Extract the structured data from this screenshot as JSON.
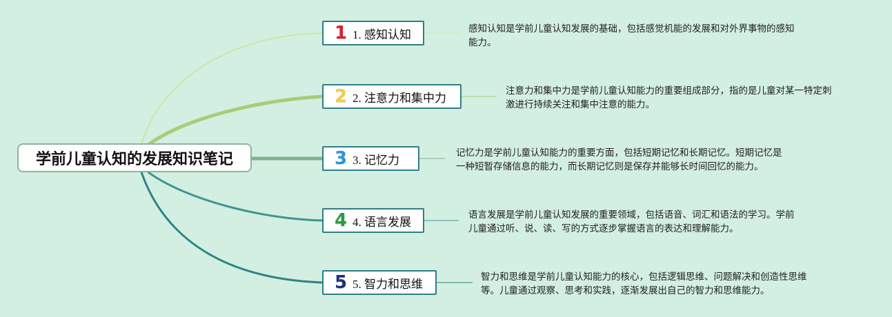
{
  "root": {
    "title": "学前儿童认知的发展知识笔记"
  },
  "branches": [
    {
      "number": "1",
      "number_color": "#d92030",
      "line_color": "#c9e8a2",
      "label": "1. 感知认知",
      "desc_lines": [
        "感知认知是学前儿童认知发展的基础，包括感觉机能的发展和对外界事物的感知",
        "能力。"
      ]
    },
    {
      "number": "2",
      "number_color": "#f3cd47",
      "line_color": "#a9cc79",
      "label": "2. 注意力和集中力",
      "desc_lines": [
        "注意力和集中力是学前儿童认知能力的重要组成部分，指的是儿童对某一特定刺",
        "激进行持续关注和集中注意的能力。"
      ]
    },
    {
      "number": "3",
      "number_color": "#2a95d4",
      "line_color": "#7fb38a",
      "label": "3. 记忆力",
      "desc_lines": [
        "记忆力是学前儿童认知能力的重要方面，包括短期记忆和长期记忆。短期记忆是",
        "一种短暂存储信息的能力，而长期记忆则是保存并能够长时间回忆的能力。"
      ]
    },
    {
      "number": "4",
      "number_color": "#2c9a3e",
      "line_color": "#3e9690",
      "label": "4. 语言发展",
      "desc_lines": [
        "语言发展是学前儿童认知发展的重要领域，包括语音、词汇和语法的学习。学前",
        "儿童通过听、说、读、写的方式逐步掌握语言的表达和理解能力。"
      ]
    },
    {
      "number": "5",
      "number_color": "#1c2f7e",
      "line_color": "#2c8487",
      "label": "5. 智力和思维",
      "desc_lines": [
        "智力和思维是学前儿童认知能力的核心，包括逻辑思维、问题解决和创造性思维",
        "等。儿童通过观察、思考和实践，逐渐发展出自己的智力和思维能力。"
      ]
    }
  ]
}
